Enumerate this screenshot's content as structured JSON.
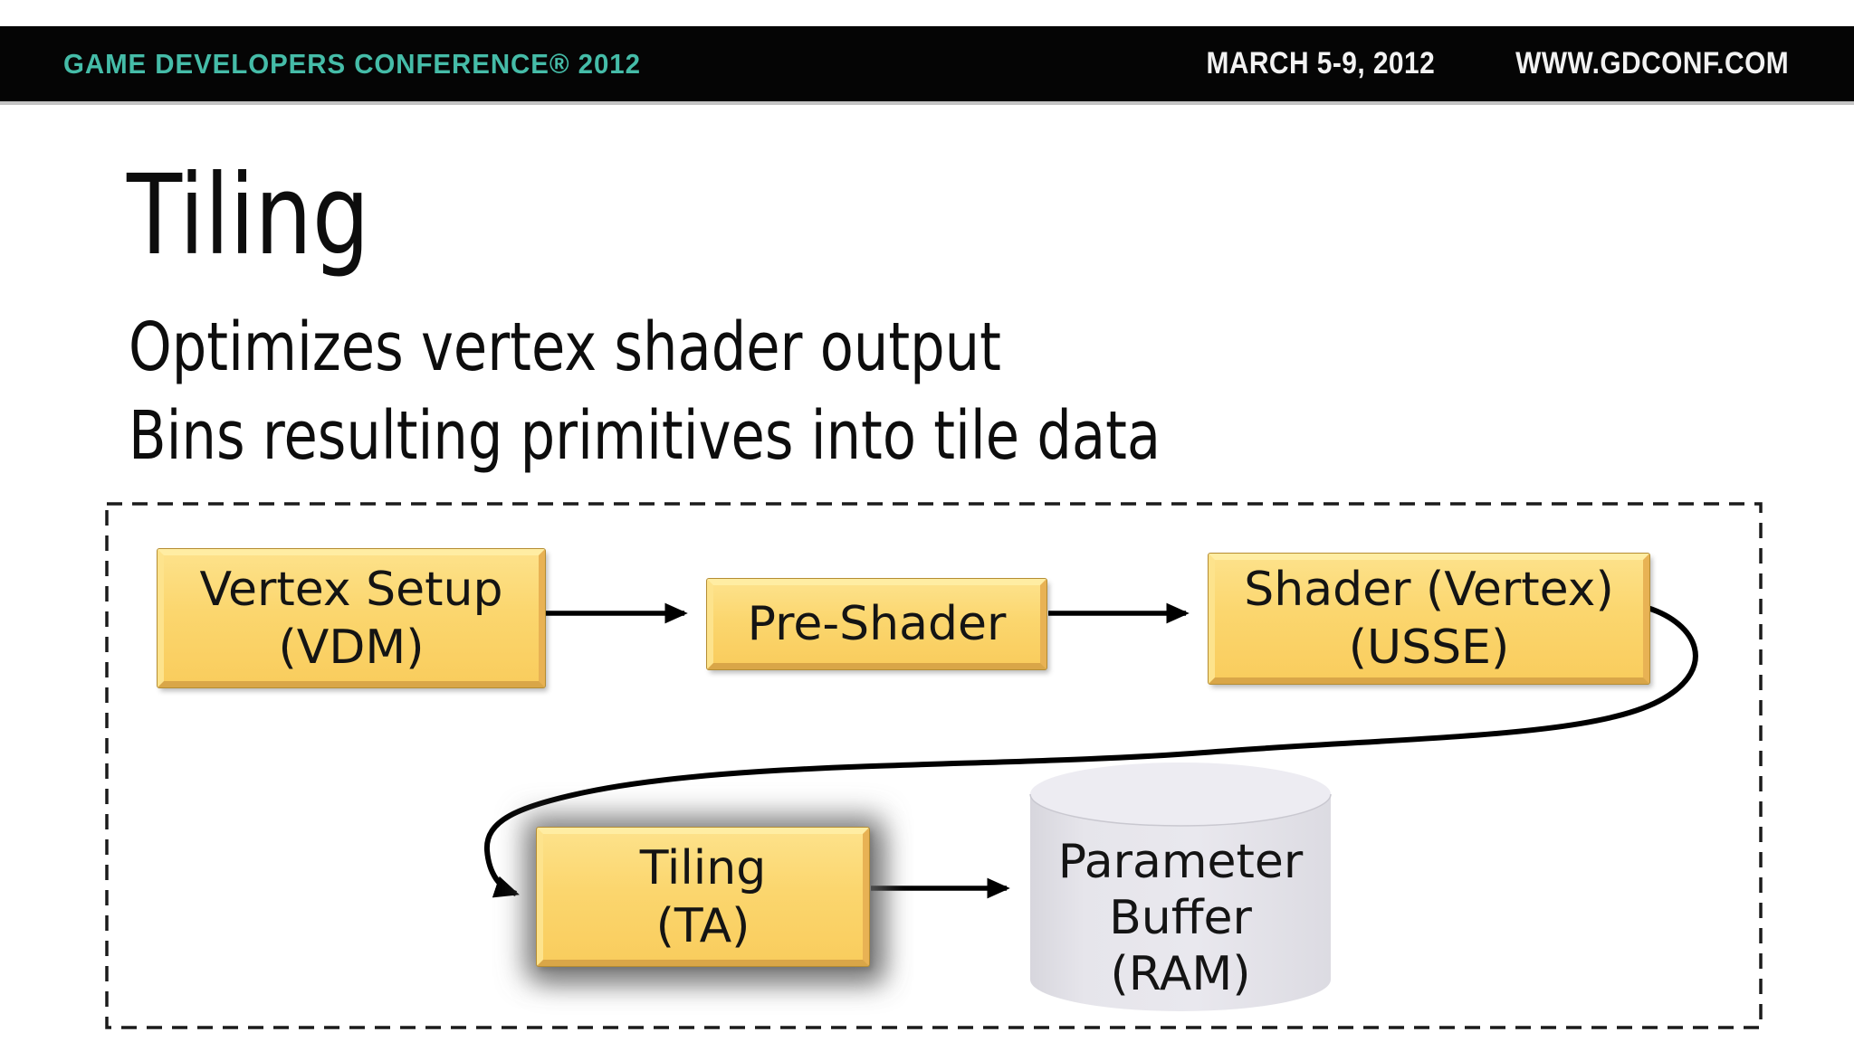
{
  "header": {
    "brand": "GAME DEVELOPERS CONFERENCE® 2012",
    "dates": "MARCH 5-9, 2012",
    "website": "WWW.GDCONF.COM",
    "brand_color": "#45bca8",
    "bar_color": "#050505"
  },
  "slide": {
    "title": "Tiling",
    "bullets": [
      "Optimizes vertex shader output",
      "Bins resulting primitives into tile data"
    ]
  },
  "diagram": {
    "container_style": "dashed-border",
    "box_color_top": "#fde189",
    "box_color_bottom": "#f9cd5e",
    "cylinder_color": "#e2e1e8",
    "arrow_color": "#000000",
    "nodes": [
      {
        "id": "vertex-setup",
        "shape": "box",
        "lines": [
          "Vertex Setup",
          "(VDM)"
        ]
      },
      {
        "id": "pre-shader",
        "shape": "box",
        "lines": [
          "Pre-Shader"
        ]
      },
      {
        "id": "shader-vertex",
        "shape": "box",
        "lines": [
          "Shader (Vertex)",
          "(USSE)"
        ]
      },
      {
        "id": "tiling",
        "shape": "box-glow",
        "lines": [
          "Tiling",
          "(TA)"
        ]
      },
      {
        "id": "parameter-buffer",
        "shape": "cylinder",
        "lines": [
          "Parameter",
          "Buffer",
          "(RAM)"
        ]
      }
    ],
    "edges": [
      {
        "from": "Vertex Setup (VDM)",
        "to": "Pre-Shader",
        "style": "straight-arrow"
      },
      {
        "from": "Pre-Shader",
        "to": "Shader (Vertex) (USSE)",
        "style": "straight-arrow"
      },
      {
        "from": "Shader (Vertex) (USSE)",
        "to": "Tiling (TA)",
        "style": "curved-arrow"
      },
      {
        "from": "Tiling (TA)",
        "to": "Parameter Buffer (RAM)",
        "style": "straight-arrow"
      }
    ]
  }
}
